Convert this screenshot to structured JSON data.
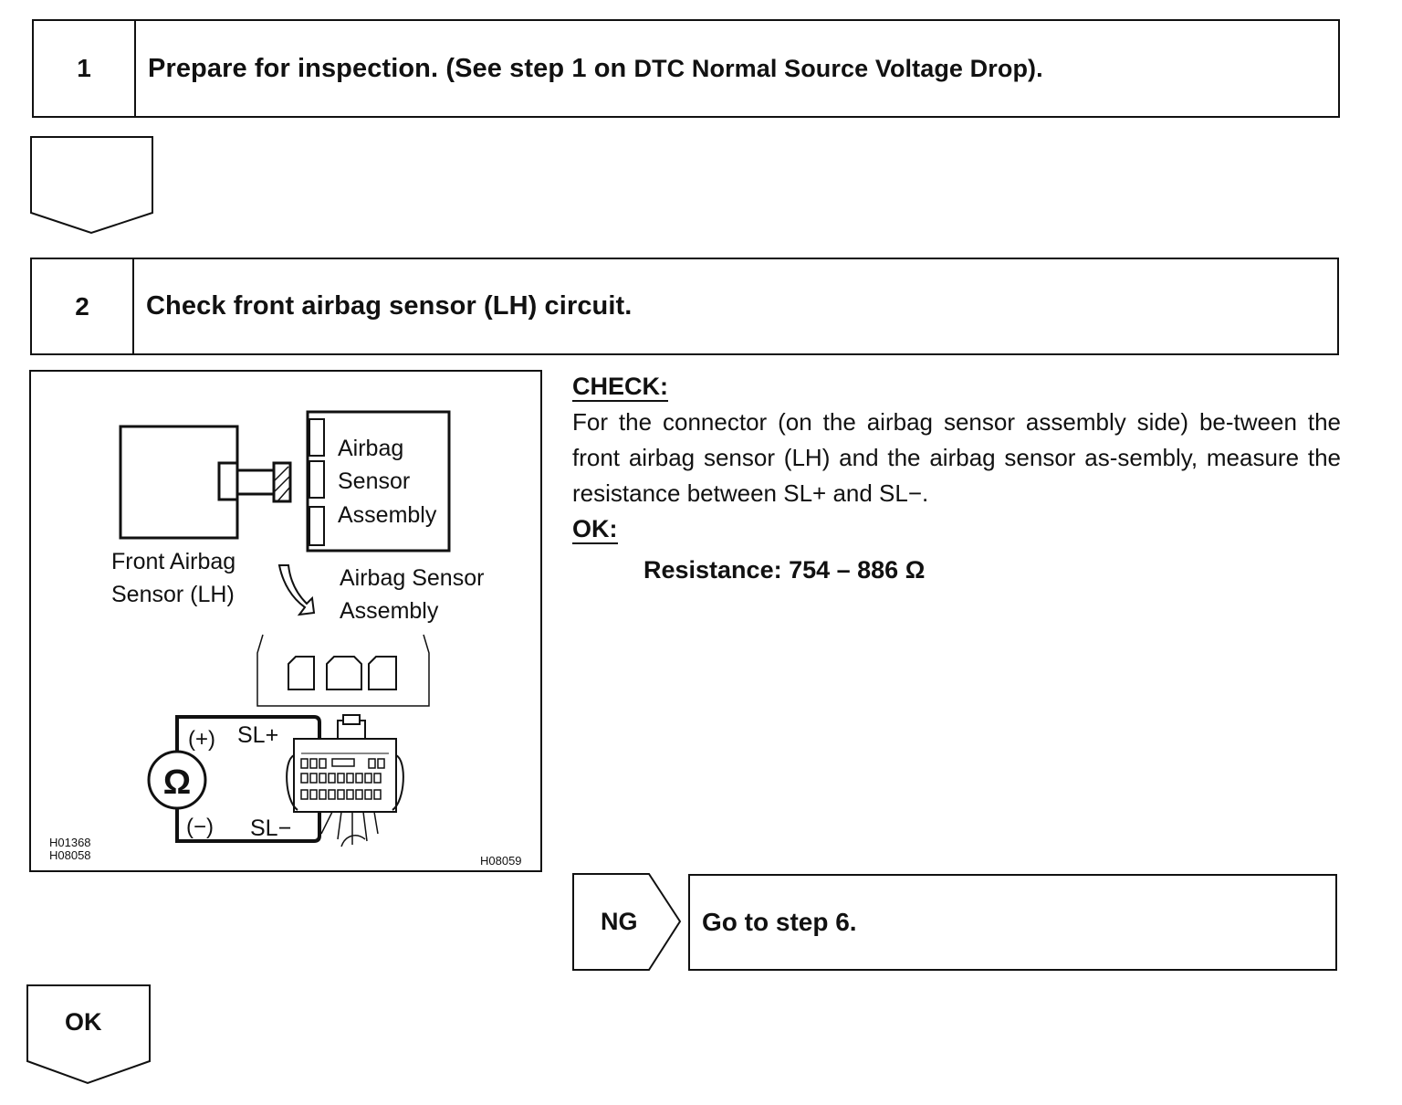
{
  "step1": {
    "number": "1",
    "title_bold": "Prepare for inspection. (See step 1 on ",
    "title_rest": "DTC Normal Source Voltage Drop)."
  },
  "step2": {
    "number": "2",
    "title": "Check front airbag sensor (LH) circuit."
  },
  "figure": {
    "label_airbag_sensor_assembly_1": "Airbag",
    "label_airbag_sensor_assembly_2": "Sensor",
    "label_airbag_sensor_assembly_3": "Assembly",
    "label_front_sensor_1": "Front Airbag",
    "label_front_sensor_2": "Sensor (LH)",
    "label_assembly_1": "Airbag Sensor",
    "label_assembly_2": "Assembly",
    "ohm_symbol": "Ω",
    "plus_label": "(+)",
    "minus_label": "(−)",
    "sl_plus": "SL+",
    "sl_minus": "SL−",
    "code_1": "H01368",
    "code_2": "H08058",
    "code_3": "H08059"
  },
  "check": {
    "heading": "CHECK:",
    "text": "For the connector (on the airbag sensor assembly side) be-tween the front airbag sensor (LH) and the airbag sensor as-sembly, measure the resistance between SL+ and SL−.",
    "ok_heading": "OK:",
    "spec": "Resistance: 754 – 886 Ω"
  },
  "ng": {
    "label": "NG",
    "action": "Go to step 6."
  },
  "ok": {
    "label": "OK"
  }
}
